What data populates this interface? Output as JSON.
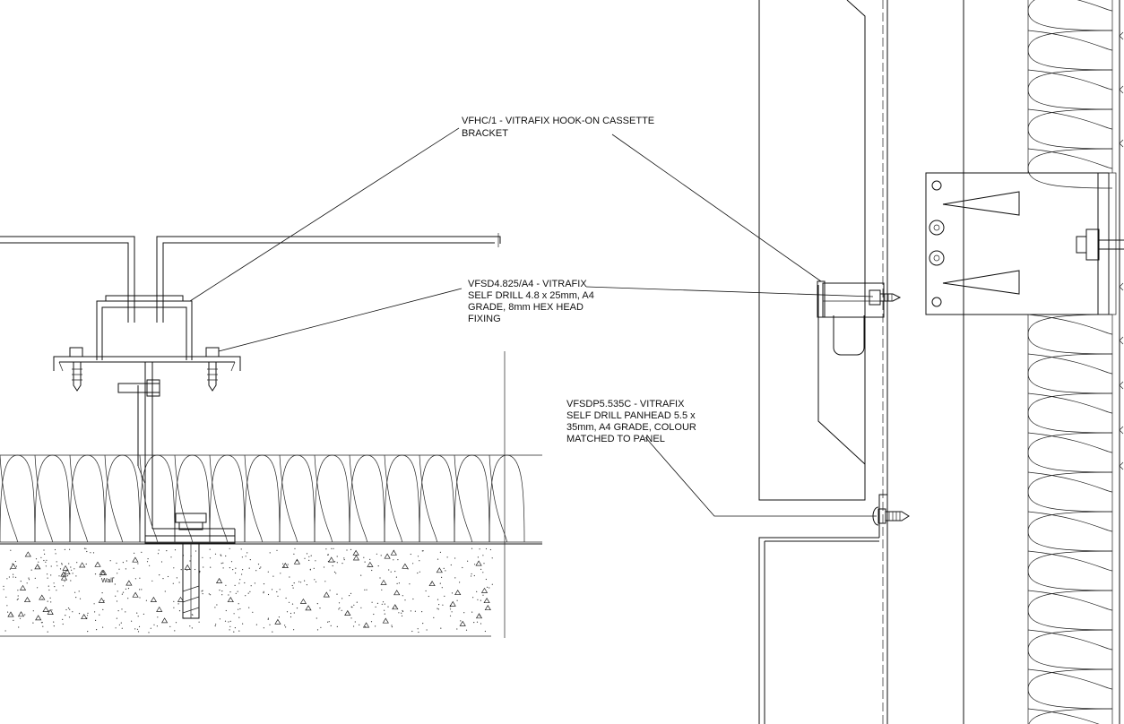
{
  "labels": {
    "bracket": [
      "VFHC/1 - VITRAFIX HOOK-ON CASSETTE",
      "BRACKET"
    ],
    "hex_fixing": [
      "VFSD4.825/A4 - VITRAFIX",
      "SELF DRILL 4.8 x 25mm, A4",
      "GRADE, 8mm HEX HEAD",
      "FIXING"
    ],
    "panhead": [
      "VFSDP5.535C - VITRAFIX",
      "SELF DRILL PANHEAD 5.5 x",
      "35mm, A4 GRADE, COLOUR",
      "MATCHED TO PANEL"
    ],
    "wall": "Wall"
  },
  "icons": {
    "insulation": "insulation-batt-pattern",
    "concrete": "concrete-hatch",
    "fixing": "self-drill-screw-icon",
    "anchor": "wall-anchor-bolt-icon"
  },
  "colors": {
    "line": "#111111",
    "background": "#ffffff"
  }
}
